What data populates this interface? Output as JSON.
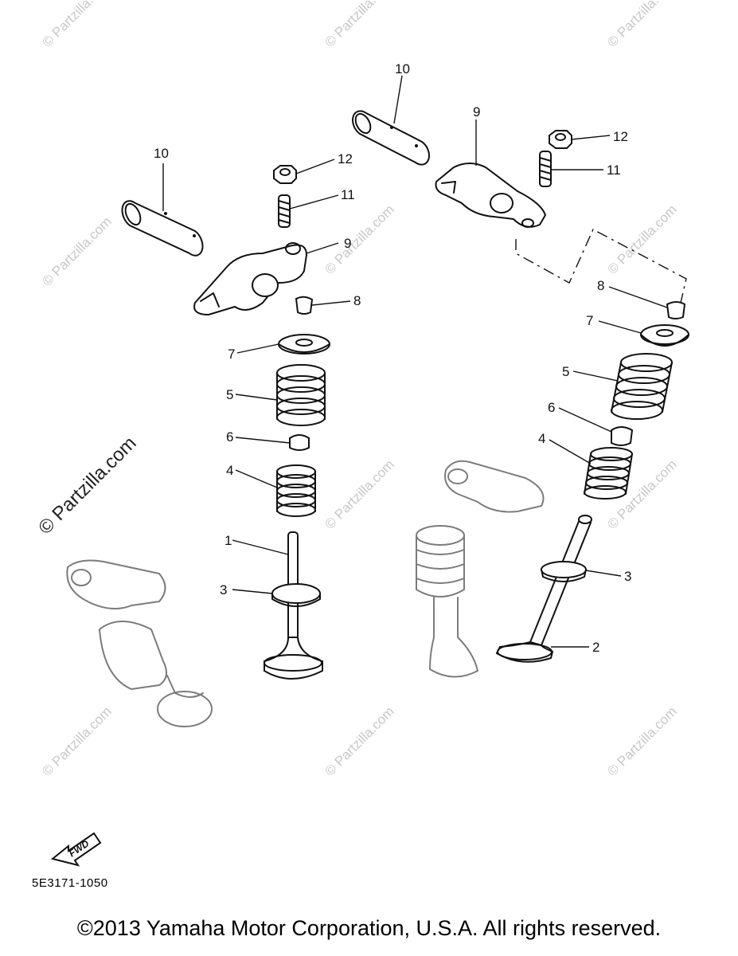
{
  "diagram": {
    "callouts": {
      "n1": "1",
      "n2": "2",
      "n3": "3",
      "n4": "4",
      "n5": "5",
      "n6": "6",
      "n7": "7",
      "n8": "8",
      "n9": "9",
      "n10": "10",
      "n11": "11",
      "n12": "12"
    },
    "fwd_label": "FWD",
    "part_code": "5E3171-1050",
    "copyright": "©2013 Yamaha Motor Corporation, U.S.A. All rights reserved.",
    "watermark_big": "© Partzilla.com",
    "watermark_small": "© Partzilla.com"
  }
}
